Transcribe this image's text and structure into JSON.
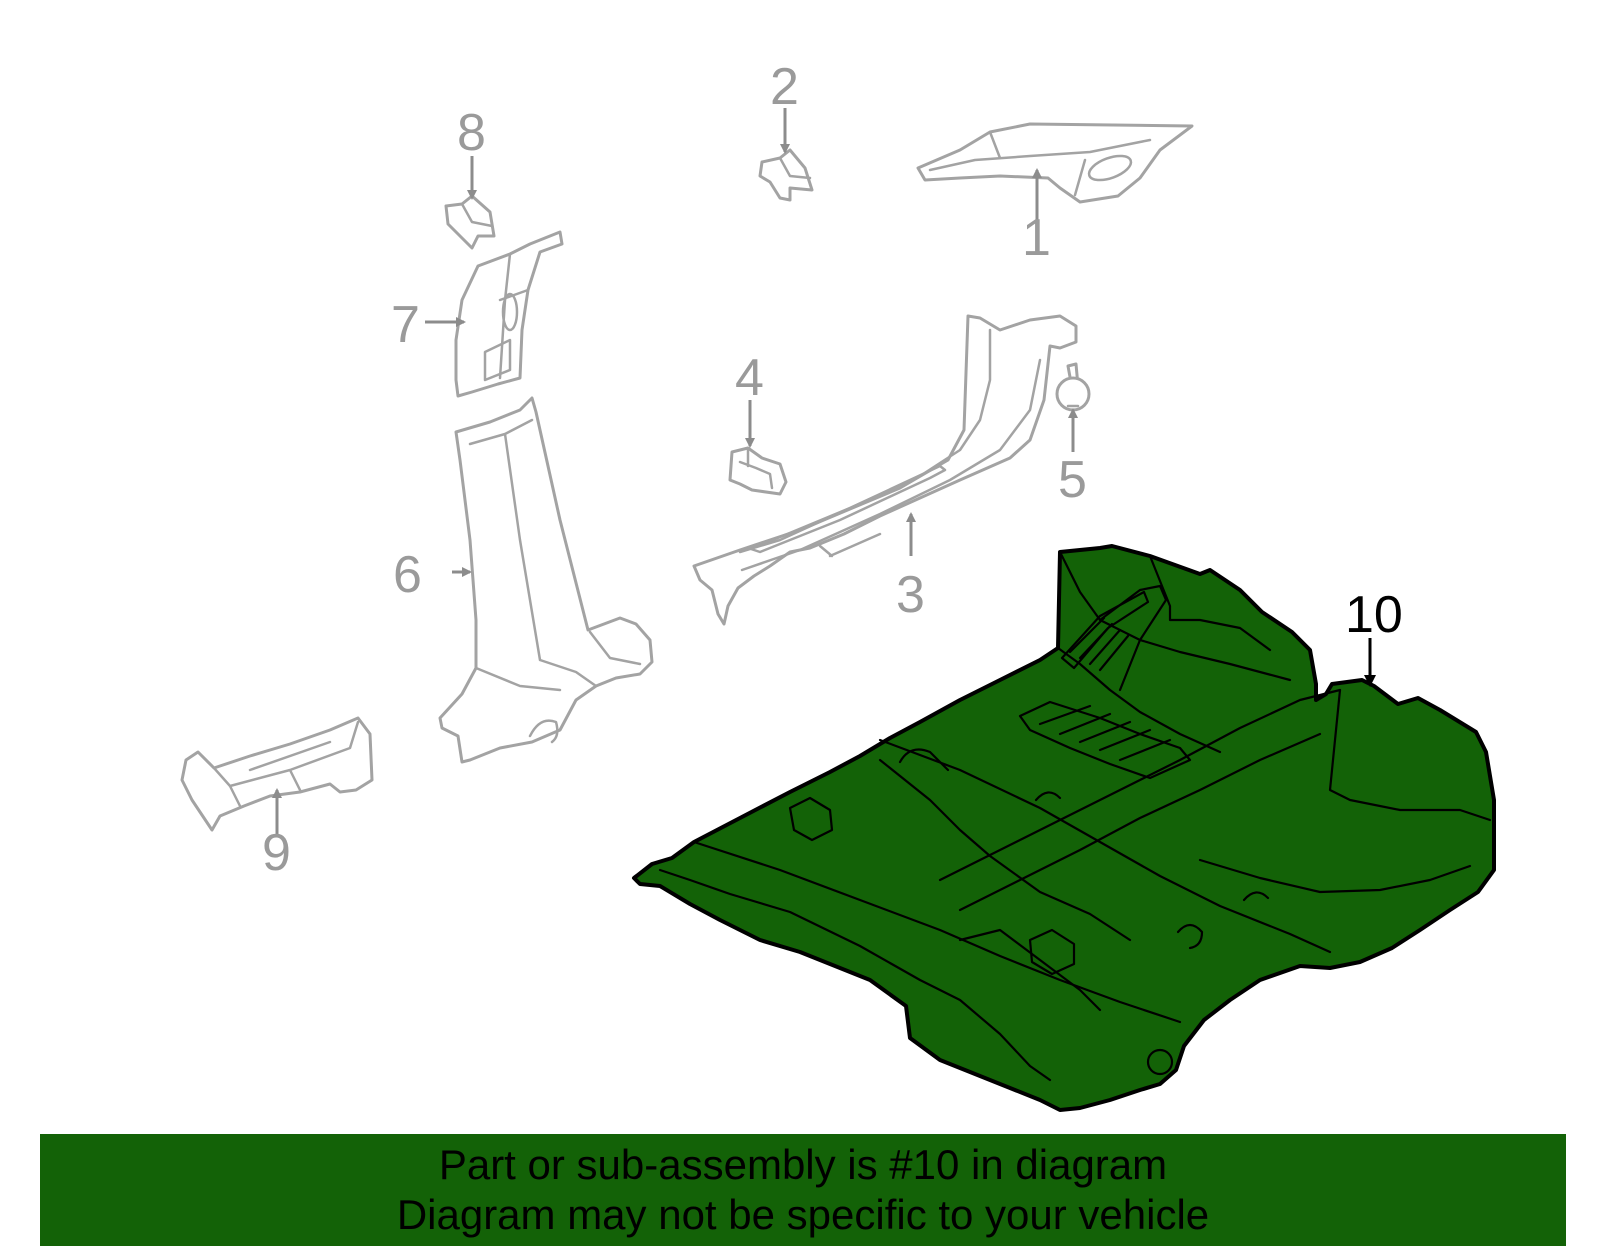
{
  "callouts": {
    "p1": "1",
    "p2": "2",
    "p3": "3",
    "p4": "4",
    "p5": "5",
    "p6": "6",
    "p7": "7",
    "p8": "8",
    "p9": "9",
    "p10": "10"
  },
  "highlight_color": "#136207",
  "banner": {
    "line1": "Part or sub-assembly is #10 in diagram",
    "line2": "Diagram may not be specific to your vehicle"
  }
}
